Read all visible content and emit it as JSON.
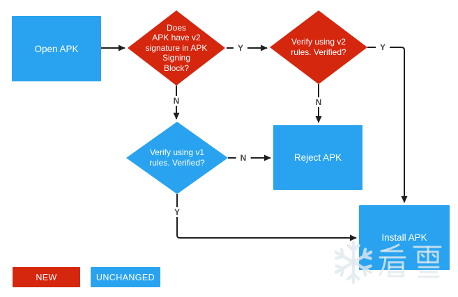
{
  "flowchart": {
    "nodes": {
      "open_apk": {
        "label": "Open APK",
        "color": "#29a3ef"
      },
      "v2_signature_check": {
        "label": "Does\nAPK have v2\nsignature in APK\nSigning\nBlock?",
        "color": "#d5260e"
      },
      "v2_verify": {
        "label": "Verify using v2\nrules. Verified?",
        "color": "#d5260e"
      },
      "v1_verify": {
        "label": "Verify using v1\nrules. Verified?",
        "color": "#29a3ef"
      },
      "reject_apk": {
        "label": "Reject APK",
        "color": "#29a3ef"
      },
      "install_apk": {
        "label": "Install APK",
        "color": "#29a3ef"
      }
    },
    "edge_labels": {
      "v2check_yes": "Y",
      "v2check_no": "N",
      "v2verify_yes": "Y",
      "v2verify_no": "N",
      "v1verify_no": "N",
      "v1verify_yes": "Y"
    },
    "connector_color": "#1f1f1f"
  },
  "legend": {
    "new": {
      "label": "NEW",
      "color": "#d5260e"
    },
    "unchanged": {
      "label": "UNCHANGED",
      "color": "#29a3ef"
    }
  },
  "watermark": {
    "text": "看雪",
    "icon": "snowflake"
  }
}
